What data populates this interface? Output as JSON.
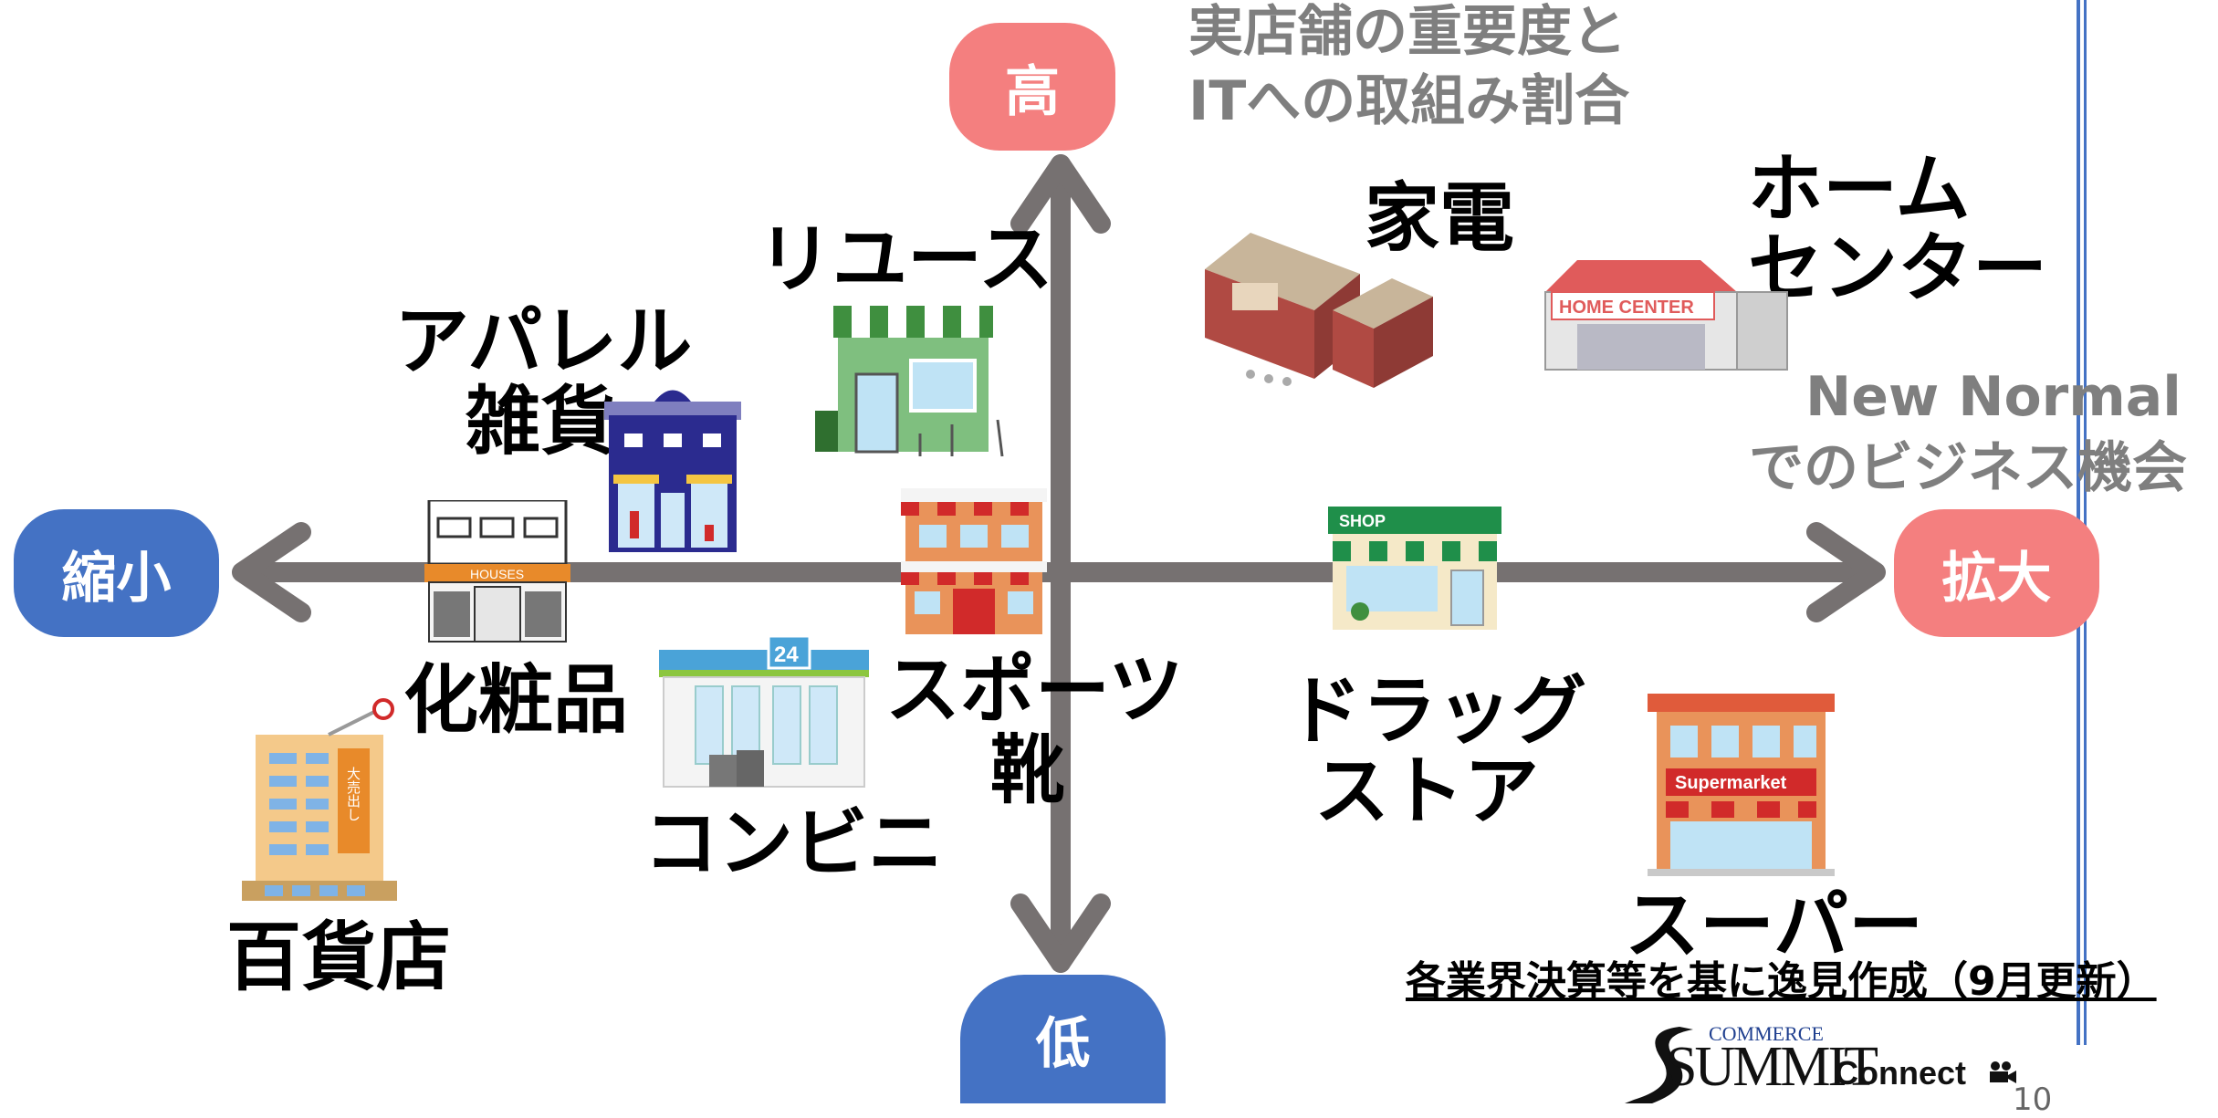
{
  "axis": {
    "top": "高",
    "bottom": "低",
    "left": "縮小",
    "right": "拡大"
  },
  "legend": {
    "y_axis_desc": [
      "実店舗の重要度と",
      "ITへの取組み割合"
    ],
    "x_axis_desc": [
      "New Normal",
      "でのビジネス機会"
    ]
  },
  "categories": {
    "kaden": "家電",
    "home_center": [
      "ホーム",
      "センター"
    ],
    "reuse": "リユース",
    "apparel": [
      "アパレル",
      "雑貨"
    ],
    "cosmetics": "化粧品",
    "department": "百貨店",
    "convenience": "コンビニ",
    "sports": [
      "スポーツ",
      "靴"
    ],
    "drugstore": [
      "ドラッグ",
      "ストア"
    ],
    "super": "スーパー"
  },
  "icon_texts": {
    "home_center_sign": "HOME CENTER",
    "houses_sign": "HOUSES",
    "shop_sign": "SHOP",
    "supermarket_sign": "Supermarket",
    "conv_badge": "24",
    "sale_banner": "大売出し"
  },
  "footnote": "各業界決算等を基に逸見作成（9月更新）",
  "logo": {
    "top": "COMMERCE",
    "main": "SUMMIT",
    "sub": "Connect"
  },
  "page_number": "10",
  "colors": {
    "axis": "#767171",
    "red_pill": "#f47f7f",
    "blue_pill": "#4472c4",
    "right_rule": "#4472c4"
  }
}
